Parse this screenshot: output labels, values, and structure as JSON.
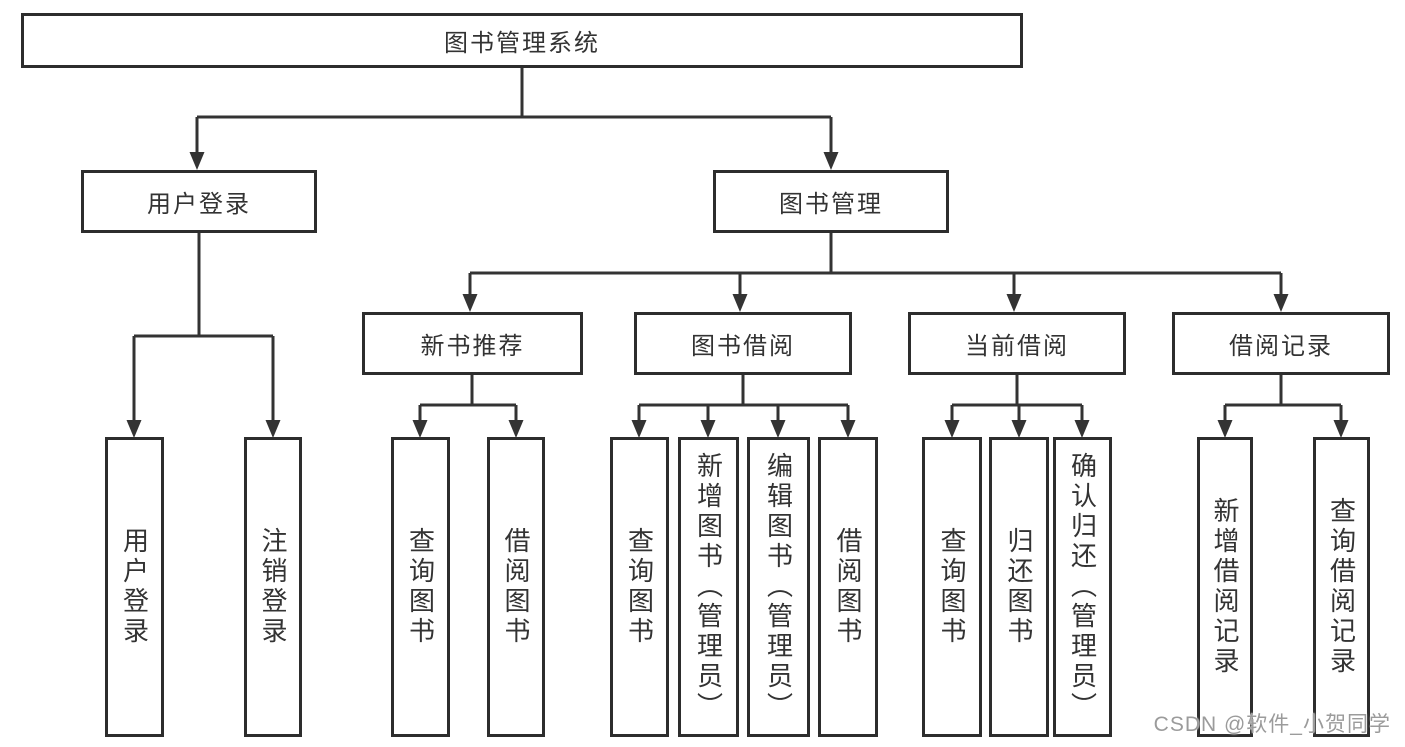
{
  "colors": {
    "background": "#ffffff",
    "box_border": "#2d2d2d",
    "connector": "#333333",
    "text": "#333333",
    "watermark": "#9b9b9b"
  },
  "watermark": {
    "text": "CSDN @软件_小贺同学"
  },
  "tree": {
    "root": {
      "label": "图书管理系统"
    },
    "children": [
      {
        "label": "用户登录",
        "children": [
          {
            "label": "用户登录"
          },
          {
            "label": "注销登录"
          }
        ]
      },
      {
        "label": "图书管理",
        "children": [
          {
            "label": "新书推荐",
            "children": [
              {
                "label": "查询图书"
              },
              {
                "label": "借阅图书"
              }
            ]
          },
          {
            "label": "图书借阅",
            "children": [
              {
                "label": "查询图书"
              },
              {
                "label": "新增图书（管理员）"
              },
              {
                "label": "编辑图书（管理员）"
              },
              {
                "label": "借阅图书"
              }
            ]
          },
          {
            "label": "当前借阅",
            "children": [
              {
                "label": "查询图书"
              },
              {
                "label": "归还图书"
              },
              {
                "label": "确认归还（管理员）"
              }
            ]
          },
          {
            "label": "借阅记录",
            "children": [
              {
                "label": "新增借阅记录"
              },
              {
                "label": "查询借阅记录"
              }
            ]
          }
        ]
      }
    ]
  }
}
